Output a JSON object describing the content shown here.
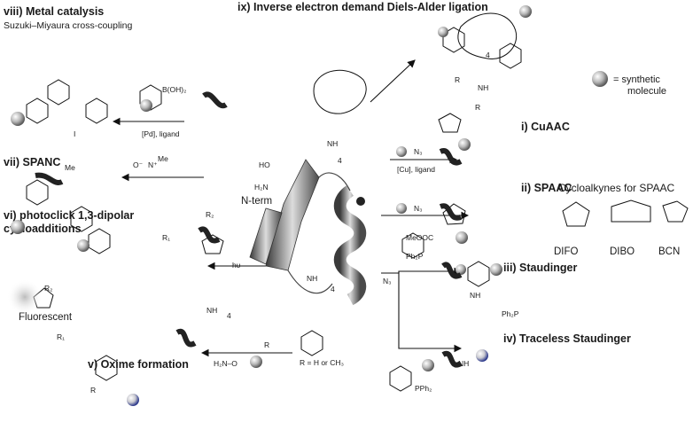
{
  "sections": {
    "diels_alder": "ix) Inverse electron demand Diels-Alder ligation",
    "metal_catalysis": "viii) Metal catalysis",
    "suzuki": "Suzuki–Miyaura cross-coupling",
    "spanc": "vii) SPANC",
    "cuaac": "i) CuAAC",
    "spaac": "ii) SPAAC",
    "cycloalkynes_title": "Cycloalkynes for SPAAC",
    "photoclick_line1": "vi) photoclick 1,3-dipolar",
    "photoclick_line2": "cycloadditions",
    "staudinger": "iii) Staudinger",
    "traceless_staudinger": "iv) Traceless Staudinger",
    "oxime": "v) Oxime formation"
  },
  "legend": {
    "line1": "= synthetic",
    "line2": "molecule"
  },
  "cycloalkynes": [
    "DIFO",
    "DIBO",
    "BCN"
  ],
  "conditions": {
    "pd_ligand": "[Pd], ligand",
    "cu_ligand": "[Cu], ligand",
    "hv": "hυ"
  },
  "labels": {
    "n_term": "N-term",
    "fluorescent": "Fluorescent",
    "r_eq": "R = H or CH₃",
    "n3": "N₃",
    "boronic": "B(OH)₂",
    "meooc": "MeOOC",
    "ph2p": "Ph₂P",
    "pph2": "PPh₂",
    "iodo": "I",
    "ho": "HO",
    "h2n": "H₂N",
    "h2n_o": "H₂N–O",
    "nh": "NH",
    "subscript4": "4",
    "me": "Me",
    "r": "R",
    "r1": "R₁",
    "r2": "R₂",
    "o_minus": "O⁻",
    "n_plus": "N⁺"
  }
}
